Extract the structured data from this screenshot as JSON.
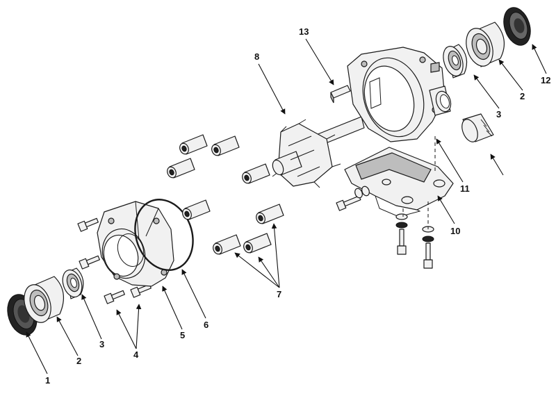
{
  "callouts": {
    "c1": "1",
    "c2a": "2",
    "c3a": "3",
    "c4": "4",
    "c5": "5",
    "c6": "6",
    "c7": "7",
    "c8": "8",
    "c13": "13",
    "c3b": "3",
    "c2b": "2",
    "c12": "12",
    "c11": "11",
    "c10": "10"
  },
  "colors": {
    "line": "#1a1a1a",
    "fill": "#f1f1f1",
    "shade": "#bdbdbd",
    "background": "#ffffff"
  }
}
